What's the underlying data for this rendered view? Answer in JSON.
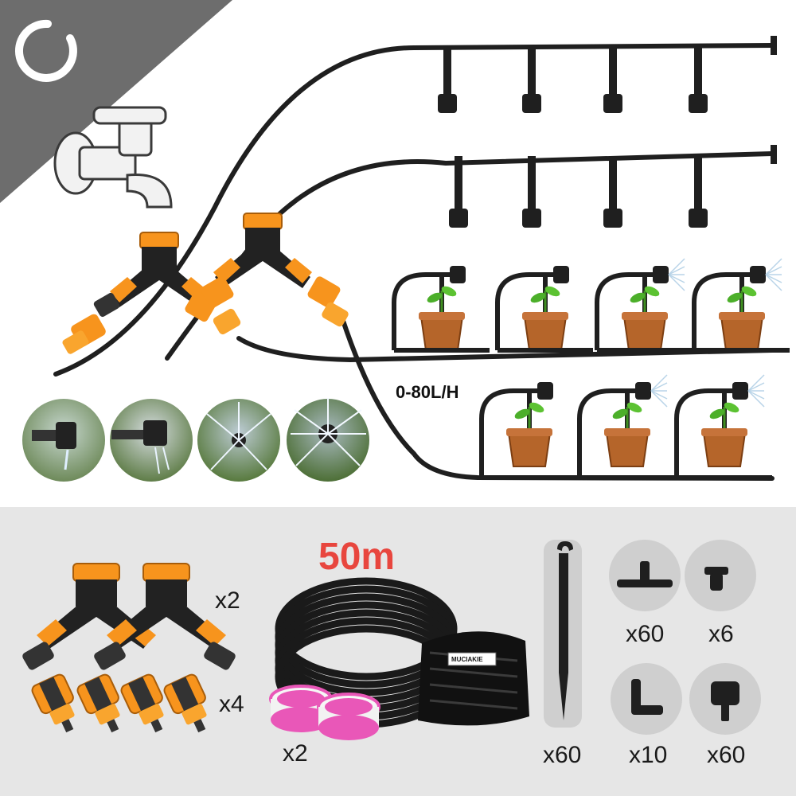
{
  "flow_rate": "0-80L/H",
  "hose_length": "50m",
  "brand_label": "MUCIAKIE",
  "quantities": {
    "splitter": "x2",
    "quick_connector": "x4",
    "tape": "x2",
    "stake": "x60",
    "tee": "x60",
    "plug": "x6",
    "elbow": "x10",
    "dripper": "x60"
  },
  "icons": {
    "logo": "refresh-ring-icon",
    "faucet": "faucet-icon"
  },
  "colors": {
    "accent_orange": "#f7941d",
    "hose_black": "#1f1f1f",
    "panel_gray": "#e6e6e6",
    "badge_gray": "#cfcfcf",
    "corner_gray": "#6d6d6d",
    "length_red": "#e8463e",
    "tape_pink": "#e957b8",
    "pot_brown": "#b5652a",
    "leaf_green": "#4caf2a"
  }
}
